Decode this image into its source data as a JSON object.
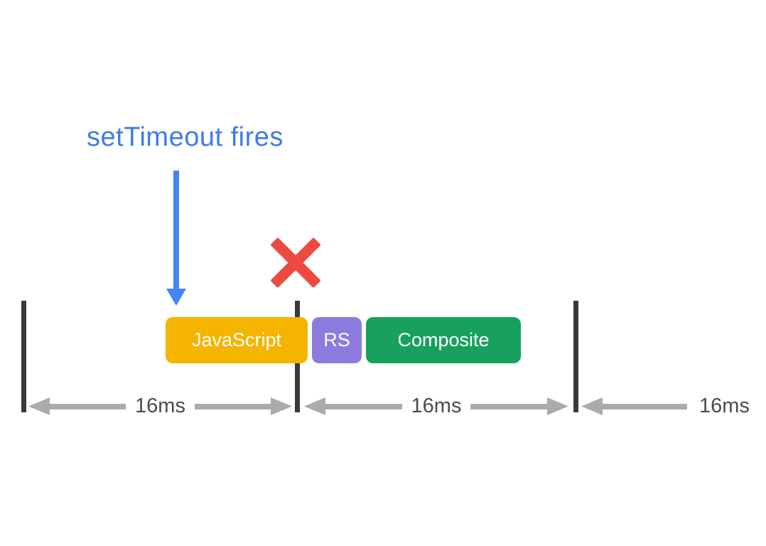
{
  "diagram": {
    "title": {
      "text": "setTimeout fires",
      "color": "#3E7BE8"
    },
    "pointer_arrow": {
      "color": "#4285F4"
    },
    "missed_frame_marker": {
      "color": "#EF4A41"
    },
    "frame_boundary_color": "#3A3A3A",
    "tasks": [
      {
        "label": "JavaScript",
        "color": "#F4B400"
      },
      {
        "label": "RS",
        "color": "#8D7BE0"
      },
      {
        "label": "Composite",
        "color": "#17A05E"
      }
    ],
    "frames": [
      {
        "duration": "16ms"
      },
      {
        "duration": "16ms"
      },
      {
        "duration": "16ms"
      }
    ],
    "measure_arrow_color": "#ABABAB",
    "measure_label_color": "#4B4B4B"
  }
}
